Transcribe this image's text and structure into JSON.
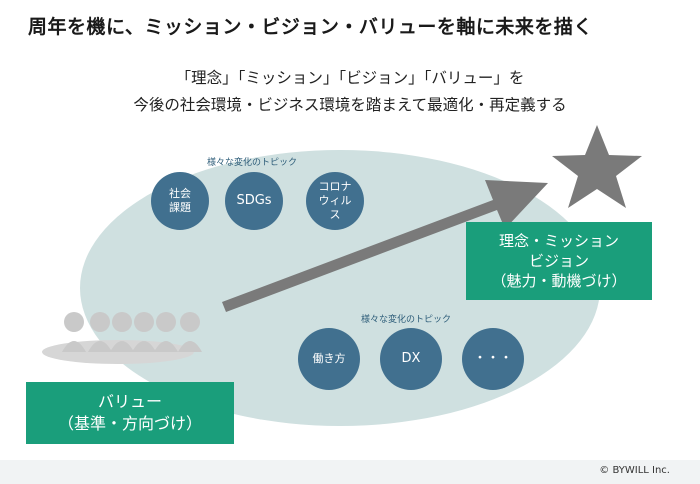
{
  "title": "周年を機に、ミッション・ビジョン・バリューを軸に未来を描く",
  "subtitle_line1": "「理念」「ミッション」「ビジョン」「バリュー」を",
  "subtitle_line2": "今後の社会環境・ビジネス環境を踏まえて最適化・再定義する",
  "topics_top": {
    "label": "様々な変化のトピック",
    "items": [
      "社会\n課題",
      "SDGs",
      "コロナ\nウィル\nス"
    ]
  },
  "topics_bottom": {
    "label": "様々な変化のトピック",
    "items": [
      "働き方",
      "DX",
      "・・・"
    ]
  },
  "goal_box": "理念・ミッション\nビジョン\n（魅力・動機づけ）",
  "value_box": "バリュー\n（基準・方向づけ）",
  "copyright": "© BYWILL Inc.",
  "colors": {
    "ellipse": "#cfe0e0",
    "circle": "#41708f",
    "green": "#1a9e7b",
    "arrow": "#7a7a7a",
    "star": "#7a7a7a",
    "people": "#c9c9c9"
  }
}
